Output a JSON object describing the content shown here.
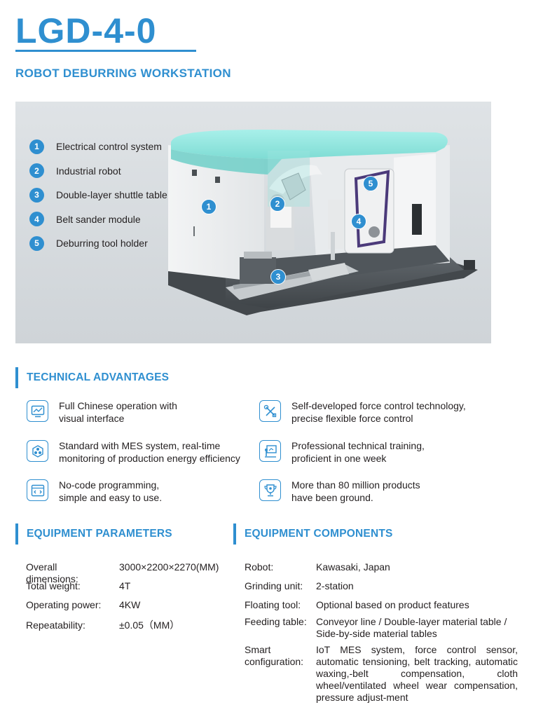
{
  "header": {
    "model": "LGD-4-0",
    "subtitle": "ROBOT DEBURRING WORKSTATION"
  },
  "components_legend": [
    {
      "num": "1",
      "label": "Electrical control system"
    },
    {
      "num": "2",
      "label": "Industrial robot"
    },
    {
      "num": "3",
      "label": "Double-layer shuttle table"
    },
    {
      "num": "4",
      "label": "Belt sander module"
    },
    {
      "num": "5",
      "label": "Deburring tool holder"
    }
  ],
  "callouts": [
    "1",
    "2",
    "3",
    "4",
    "5"
  ],
  "advantages": {
    "title": "TECHNICAL ADVANTAGES",
    "items": [
      {
        "icon": "monitor-chart-icon",
        "line1": "Full Chinese operation with",
        "line2": "visual interface"
      },
      {
        "icon": "wrench-screwdriver-icon",
        "line1": "Self-developed force control technology,",
        "line2": "precise flexible force control"
      },
      {
        "icon": "network-cube-icon",
        "line1": "Standard with MES system, real-time",
        "line2": "monitoring of production energy efficiency"
      },
      {
        "icon": "presentation-board-icon",
        "line1": "Professional technical training,",
        "line2": "proficient in one week"
      },
      {
        "icon": "code-window-icon",
        "line1": "No-code programming,",
        "line2": "simple and easy to use."
      },
      {
        "icon": "trophy-icon",
        "line1": "More than 80 million products",
        "line2": "have been ground."
      }
    ]
  },
  "parameters": {
    "title": "EQUIPMENT PARAMETERS",
    "rows": [
      {
        "label": "Overall dimensions:",
        "value": "3000×2200×2270(MM)"
      },
      {
        "label": "Total weight:",
        "value": "4T"
      },
      {
        "label": "Operating power:",
        "value": "4KW"
      },
      {
        "label": "Repeatability:",
        "value": "±0.05（MM）"
      }
    ]
  },
  "components": {
    "title": "EQUIPMENT COMPONENTS",
    "rows": [
      {
        "label": "Robot:",
        "value": "Kawasaki, Japan"
      },
      {
        "label": "Grinding unit:",
        "value": "2-station"
      },
      {
        "label": "Floating tool:",
        "value": "Optional based on product features"
      },
      {
        "label": "Feeding table:",
        "value": "Conveyor line / Double-layer material table / Side-by-side material tables"
      },
      {
        "label1": "Smart",
        "label2": "configuration:",
        "value": "IoT MES system, force control sensor, automatic tensioning, belt tracking, automatic waxing,-belt compensation, cloth wheel/ventilated wheel wear compensation, pressure adjust-ment"
      }
    ]
  },
  "colors": {
    "accent": "#2f8fd0",
    "text": "#231f20",
    "canopy": "#8ee6df"
  }
}
